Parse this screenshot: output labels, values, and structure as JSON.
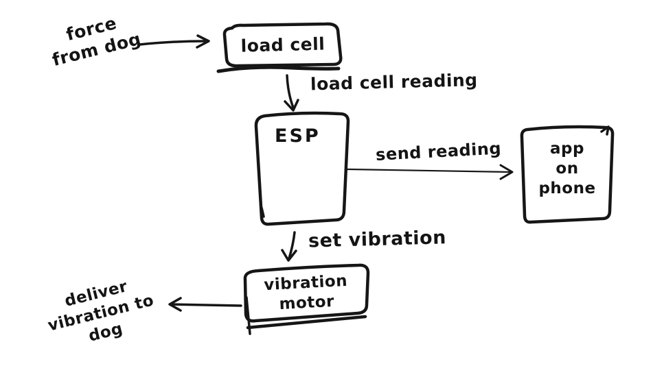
{
  "canvas": {
    "background": "#ffffff",
    "ink_color": "#161616"
  },
  "diagram": {
    "type": "hand-drawn-flowchart",
    "nodes": [
      {
        "id": "load-cell",
        "label": "load cell"
      },
      {
        "id": "esp",
        "label": "ESP"
      },
      {
        "id": "app-on-phone",
        "label": "app\non\nphone"
      },
      {
        "id": "vibration-motor",
        "label": "vibration\nmotor"
      }
    ],
    "annotations": [
      {
        "id": "force-from-dog",
        "text": "force\nfrom dog"
      },
      {
        "id": "deliver-vibration-to-dog",
        "text": "deliver\nvibration to\ndog"
      }
    ],
    "edges": [
      {
        "from": "force-from-dog",
        "to": "load-cell",
        "label": ""
      },
      {
        "from": "load-cell",
        "to": "esp",
        "label": "load cell reading"
      },
      {
        "from": "esp",
        "to": "app-on-phone",
        "label": "send reading"
      },
      {
        "from": "esp",
        "to": "vibration-motor",
        "label": "set vibration"
      },
      {
        "from": "vibration-motor",
        "to": "deliver-vibration-to-dog",
        "label": ""
      }
    ]
  }
}
